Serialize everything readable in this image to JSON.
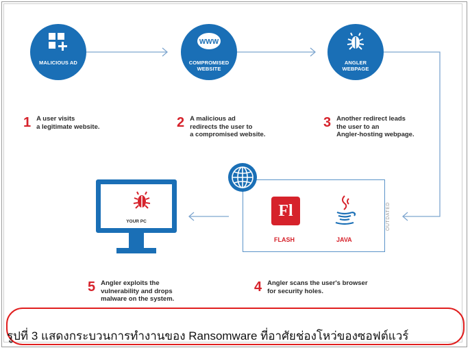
{
  "nodes": {
    "ad": {
      "label": "MALICIOUS AD"
    },
    "website": {
      "label1": "COMPROMISED",
      "label2": "WEBSITE",
      "www": "WWW"
    },
    "angler": {
      "label1": "ANGLER",
      "label2": "WEBPAGE"
    }
  },
  "steps": [
    {
      "num": "1",
      "lines": [
        "A user visits",
        "a legitimate website."
      ]
    },
    {
      "num": "2",
      "lines": [
        "A malicious ad",
        "redirects the user to",
        "a compromised website."
      ]
    },
    {
      "num": "3",
      "lines": [
        "Another redirect leads",
        "the user to an",
        "Angler-hosting webpage."
      ]
    },
    {
      "num": "4",
      "lines": [
        "Angler scans the user's browser",
        "for security holes."
      ]
    },
    {
      "num": "5",
      "lines": [
        "Angler exploits the",
        "vulnerability and drops",
        "malware on the  system."
      ]
    }
  ],
  "plugins": {
    "outdated": "OUTDATED",
    "flash_label": "FLASH",
    "flash_glyph": "Fl",
    "java_label": "JAVA"
  },
  "pc": {
    "label": "YOUR PC"
  },
  "caption": "รูปที่ 3 แสดงกระบวนการทำงานของ Ransomware ที่อาศัยช่องโหว่ของซอฟต์แวร์",
  "colors": {
    "blue": "#1a6fb6",
    "red": "#d6222b",
    "connector": "#7ea6cf"
  }
}
